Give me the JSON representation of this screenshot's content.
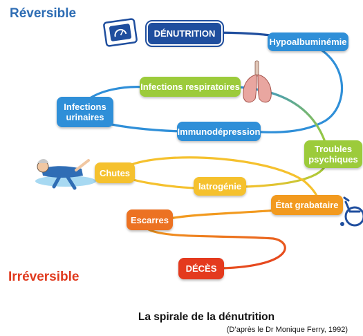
{
  "labels": {
    "reversible": "Réversible",
    "irreversible": "Irréversible"
  },
  "nodes": {
    "denutrition": "DÉNUTRITION",
    "hypoalbuminemie": "Hypoalbuminémie",
    "infections_respiratoires": "Infections respiratoires",
    "infections_urinaires": "Infections\nurinaires",
    "immunodepression": "Immunodépression",
    "troubles_psychiques": "Troubles\npsychiques",
    "chutes": "Chutes",
    "iatrogenie": "Iatrogénie",
    "etat_grabataire": "État grabataire",
    "escarres": "Escarres",
    "deces": "DÉCÈS"
  },
  "caption": {
    "title": "La spirale de la dénutrition",
    "source": "(D’après le Dr Monique Ferry, 1992)"
  },
  "colors": {
    "reversible_text": "#2e6db4",
    "irreversible_text": "#e03a1e",
    "dark_blue": "#1f4e9e",
    "blue": "#2f8fd8",
    "green": "#9ccb3b",
    "yellow": "#f5c12e",
    "orange": "#f29a1f",
    "dark_orange": "#ec7222",
    "red": "#e43a1e"
  },
  "icons": [
    "scale-icon",
    "lungs-icon",
    "falling-person-icon",
    "wheelchair-icon"
  ]
}
